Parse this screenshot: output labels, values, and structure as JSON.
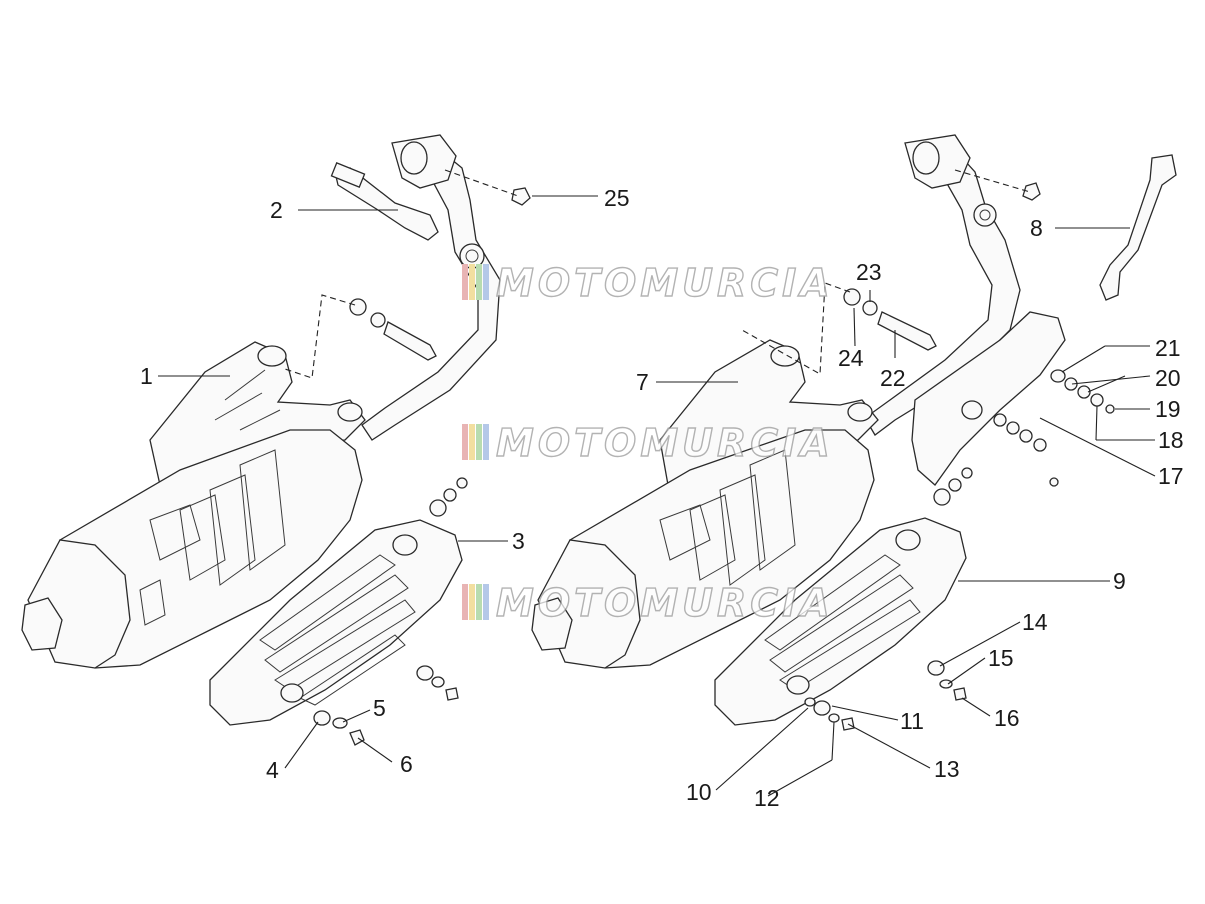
{
  "watermark": {
    "text": "MOTOMURCIA",
    "stripe_colors": [
      "#e8b4b4",
      "#f2dfa0",
      "#b8dcb0",
      "#b4c8e8"
    ]
  },
  "callouts": [
    "1",
    "2",
    "3",
    "4",
    "5",
    "6",
    "7",
    "8",
    "9",
    "10",
    "11",
    "12",
    "13",
    "14",
    "15",
    "16",
    "17",
    "18",
    "19",
    "20",
    "21",
    "22",
    "23",
    "24",
    "25"
  ]
}
